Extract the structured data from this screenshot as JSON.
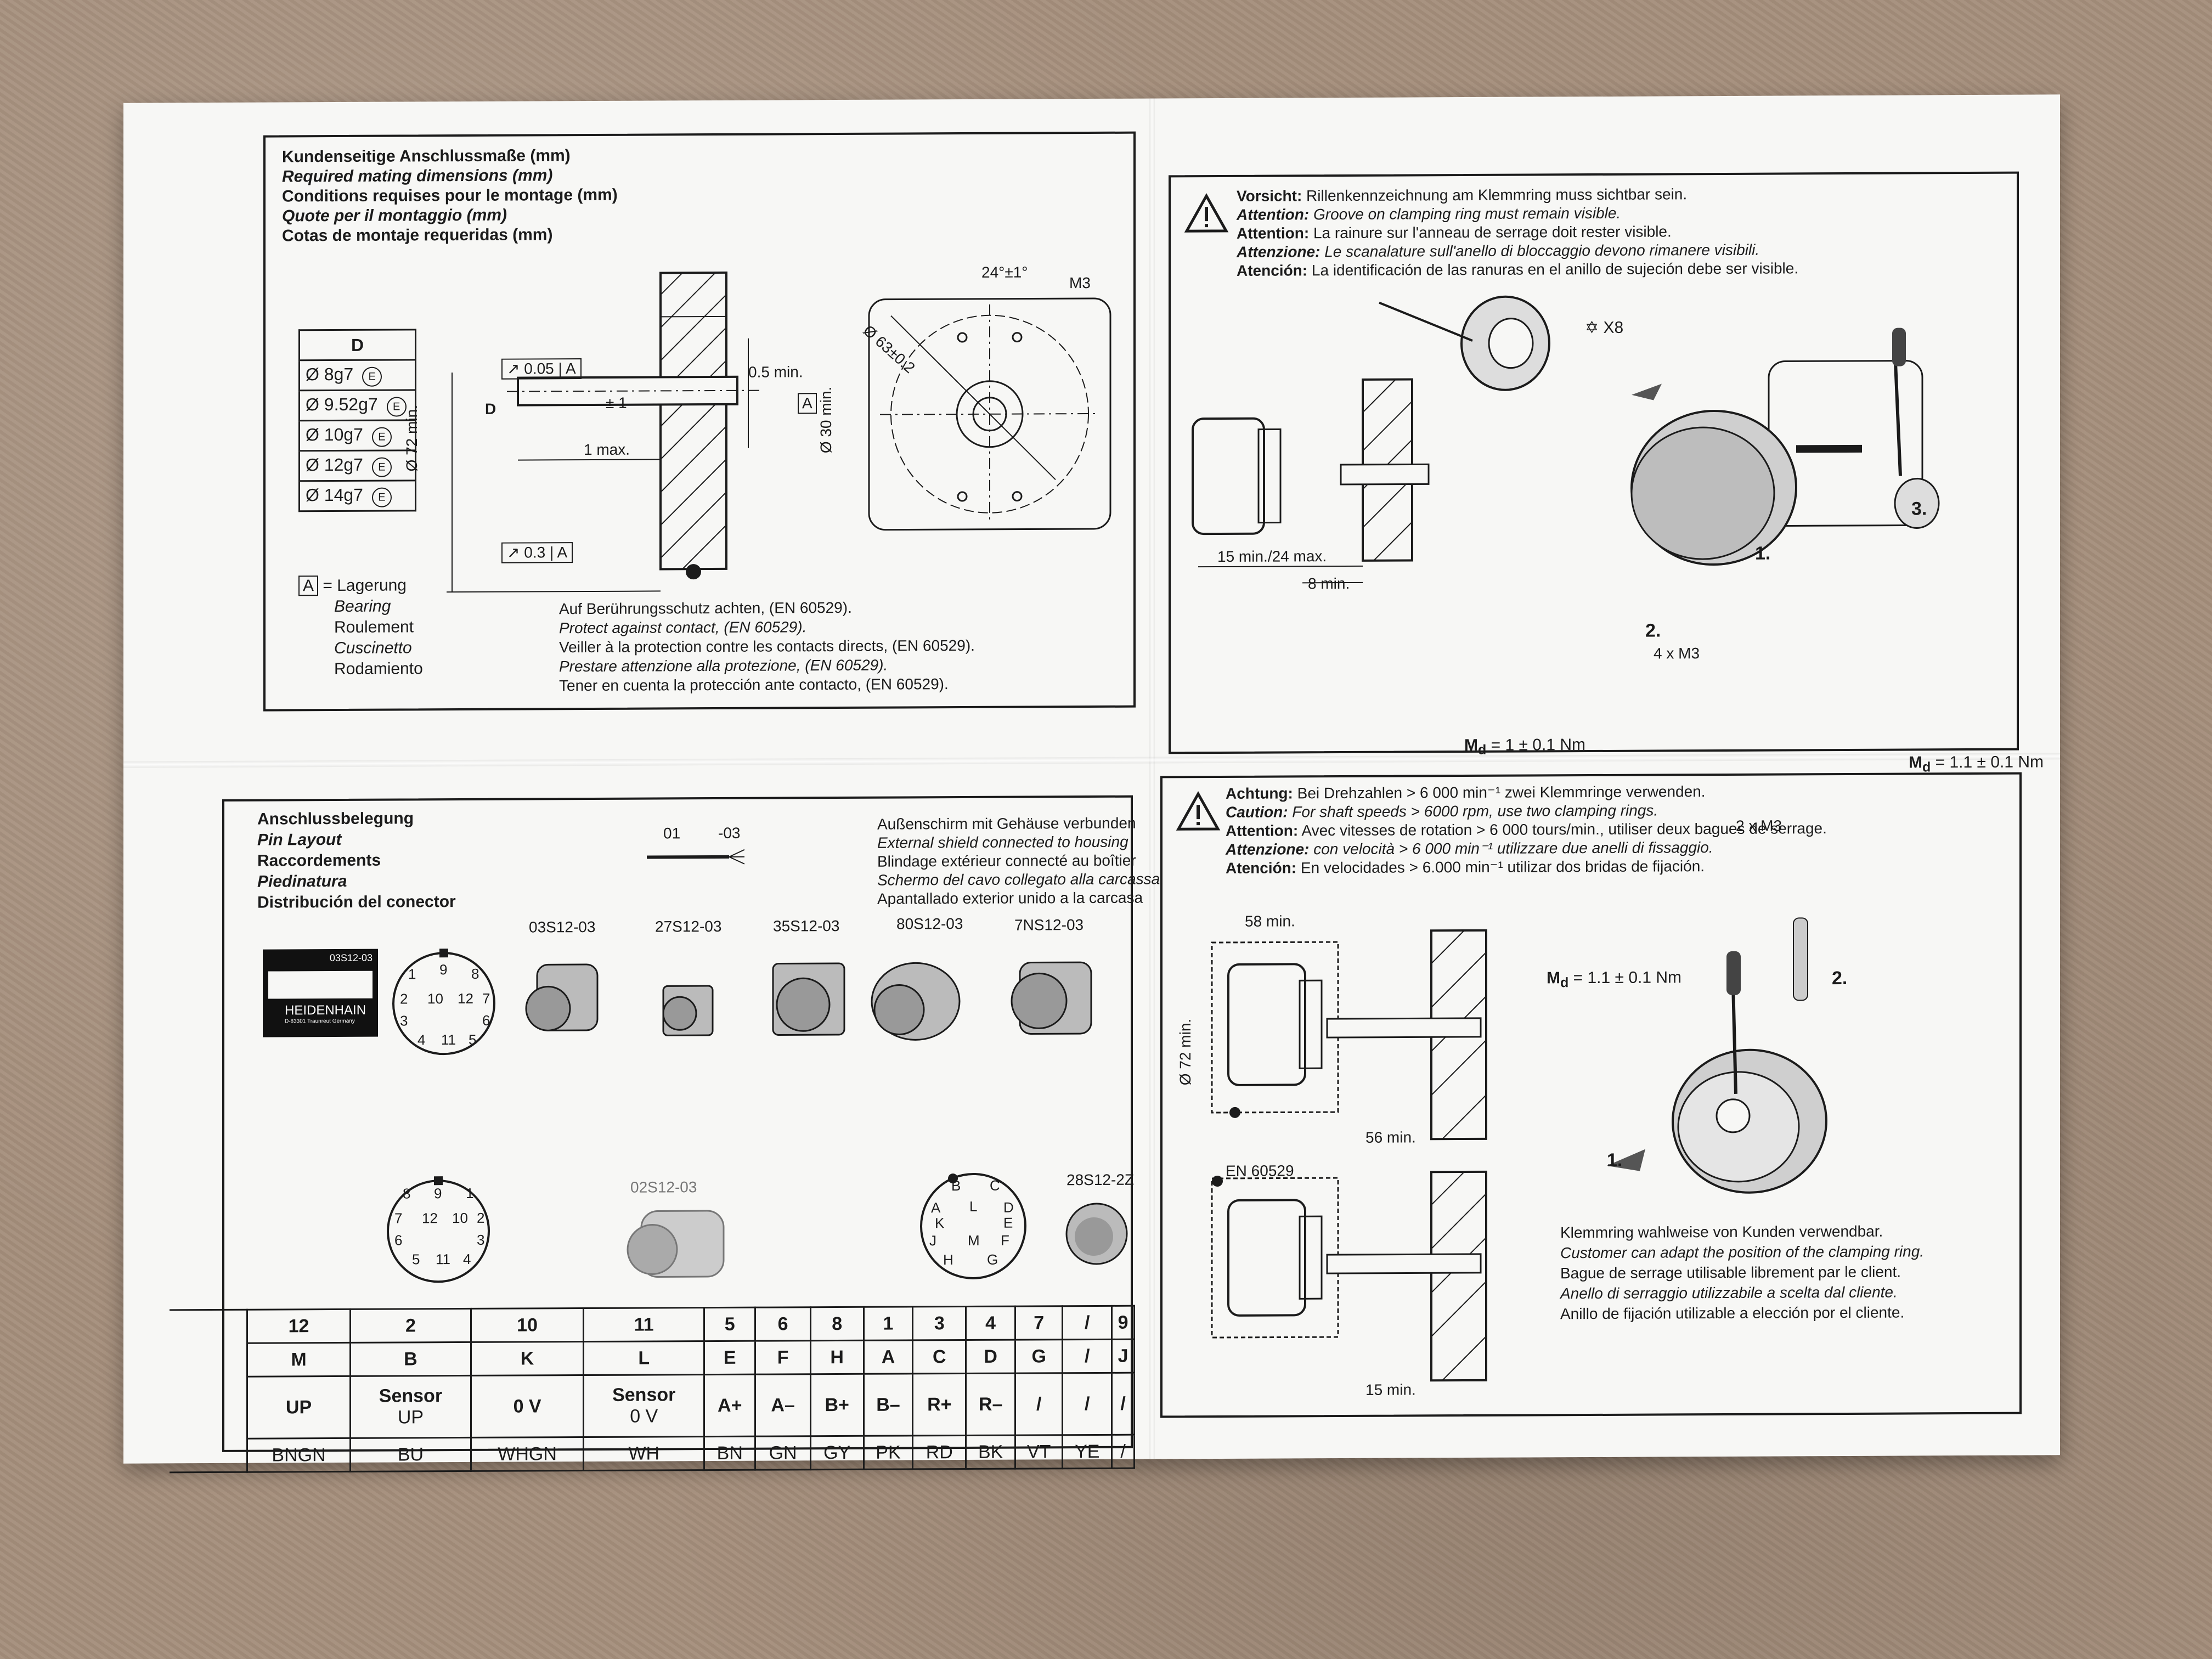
{
  "mounting": {
    "title": [
      "Kundenseitige Anschlussmaße (mm)",
      "Required mating dimensions (mm)",
      "Conditions requises pour le montage (mm)",
      "Quote per il montaggio (mm)",
      "Cotas de montaje requeridas (mm)"
    ],
    "d_header": "D",
    "d_rows": [
      "Ø 8g7",
      "Ø 9.52g7",
      "Ø 10g7",
      "Ø 12g7",
      "Ø 14g7"
    ],
    "e_mark": "E",
    "bearing_key": "A",
    "bearing_eq": "= Lagerung",
    "bearing_lines": [
      "Bearing",
      "Roulement",
      "Cuscinetto",
      "Rodamiento"
    ],
    "dims": {
      "tol1": "0.05",
      "tol2": "0.3",
      "datum": "A",
      "d_label": "D",
      "pm1": "± 1",
      "one_max": "1 max.",
      "half_min": "0.5 min.",
      "dia72": "Ø 72 min.",
      "dia30": "Ø 30 min.",
      "angle": "24°±1°",
      "m3": "M3",
      "dia63": "Ø 63±0.2"
    },
    "contact_note": [
      "Auf Berührungsschutz achten, (EN 60529).",
      "Protect against contact, (EN 60529).",
      "Veiller à la protection contre les contacts directs, (EN 60529).",
      "Prestare attenzione alla protezione, (EN 60529).",
      "Tener en cuenta la protección ante contacto, (EN 60529)."
    ]
  },
  "caution1": {
    "lines": [
      {
        "label": "Vorsicht:",
        "text": " Rillenkennzeichnung am Klemmring muss sichtbar sein."
      },
      {
        "label": "Attention:",
        "text": " Groove on clamping ring must remain visible."
      },
      {
        "label": "Attention:",
        "text": " La rainure sur l'anneau de serrage doit rester visible."
      },
      {
        "label": "Attenzione:",
        "text": " Le scanalature sull'anello di bloccaggio devono rimanere visibili."
      },
      {
        "label": "Atención:",
        "text": " La identificación de las ranuras en el anillo de sujeción debe ser visible."
      }
    ],
    "x8": "X8",
    "step1": "1.",
    "step2": "2.",
    "step3": "3.",
    "four_m3": "4 x M3",
    "two_m3": "2 x M3",
    "dim_15_24": "15 min./24 max.",
    "dim_8": "8 min.",
    "md_left": "= 1 ± 0.1 Nm",
    "md_right": "= 1.1 ± 0.1 Nm",
    "md_label": "M",
    "md_sub": "d"
  },
  "pin_layout": {
    "title": [
      "Anschlussbelegung",
      "Pin Layout",
      "Raccordements",
      "Piedinatura",
      "Distribución del conector"
    ],
    "cable_codes": [
      "01",
      "-03"
    ],
    "shield_note": [
      "Außenschirm mit Gehäuse verbunden",
      "External shield connected to housing",
      "Blindage extérieur connecté au boîtier",
      "Schermo del cavo collegato alla carcassa",
      "Apantallado exterior unido a la carcasa"
    ],
    "label_code": "03S12-03",
    "brand": "HEIDENHAIN",
    "brand_sub": "D-83301 Traunreut Germany",
    "connectors": [
      "03S12-03",
      "27S12-03",
      "35S12-03",
      "80S12-03",
      "7NS12-03",
      "02S12-03",
      "28S12-2Z"
    ],
    "pins_a": [
      "1",
      "9",
      "8",
      "2",
      "10",
      "12",
      "7",
      "3",
      "6",
      "4",
      "11",
      "5"
    ],
    "pins_b": [
      "8",
      "9",
      "1",
      "7",
      "12",
      "10",
      "2",
      "6",
      "3",
      "5",
      "11",
      "4"
    ],
    "pins_c": [
      "B",
      "C",
      "A",
      "L",
      "D",
      "K",
      "E",
      "J",
      "M",
      "F",
      "H",
      "G"
    ],
    "table": {
      "row1": [
        "12",
        "2",
        "10",
        "11",
        "5",
        "6",
        "8",
        "1",
        "3",
        "4",
        "7",
        "/",
        "9"
      ],
      "row2": [
        "M",
        "B",
        "K",
        "L",
        "E",
        "F",
        "H",
        "A",
        "C",
        "D",
        "G",
        "/",
        "J"
      ],
      "row3": [
        "UP",
        "Sensor",
        "0 V",
        "Sensor",
        "A+",
        "A–",
        "B+",
        "B–",
        "R+",
        "R–",
        "/",
        "/",
        "/"
      ],
      "row3_sub": [
        "",
        "UP",
        "",
        "0 V",
        "",
        "",
        "",
        "",
        "",
        "",
        "",
        "",
        ""
      ],
      "row4": [
        "BNGN",
        "BU",
        "WHGN",
        "WH",
        "BN",
        "GN",
        "GY",
        "PK",
        "RD",
        "BK",
        "VT",
        "YE",
        "/"
      ]
    }
  },
  "caution2": {
    "lines": [
      {
        "label": "Achtung:",
        "text": " Bei Drehzahlen > 6 000 min⁻¹ zwei Klemmringe verwenden."
      },
      {
        "label": "Caution:",
        "text": " For shaft speeds > 6000 rpm, use two clamping rings."
      },
      {
        "label": "Attention:",
        "text": " Avec vitesses de rotation > 6 000 tours/min., utiliser deux bagues de serrage."
      },
      {
        "label": "Attenzione:",
        "text": " con velocità > 6 000 min⁻¹ utilizzare due anelli di fissaggio."
      },
      {
        "label": "Atención:",
        "text": " En velocidades > 6.000 min⁻¹ utilizar dos bridas de fijación."
      }
    ],
    "dim_58": "58 min.",
    "dim_72": "Ø 72 min.",
    "dim_56": "56 min.",
    "dim_15": "15 min.",
    "en": "EN 60529",
    "md": "= 1.1 ± 0.1 Nm",
    "step1": "1.",
    "step2": "2.",
    "customer_note": [
      "Klemmring wahlweise von Kunden verwendbar.",
      "Customer can adapt the position of the clamping ring.",
      "Bague de serrage utilisable librement par le client.",
      "Anello di serraggio utilizzabile a scelta dal cliente.",
      "Anillo de fijación utilizable a elección por el cliente."
    ]
  },
  "colors": {
    "ink": "#1b1b1b",
    "paper": "#f7f7f5",
    "floor": "#a58f7c"
  }
}
